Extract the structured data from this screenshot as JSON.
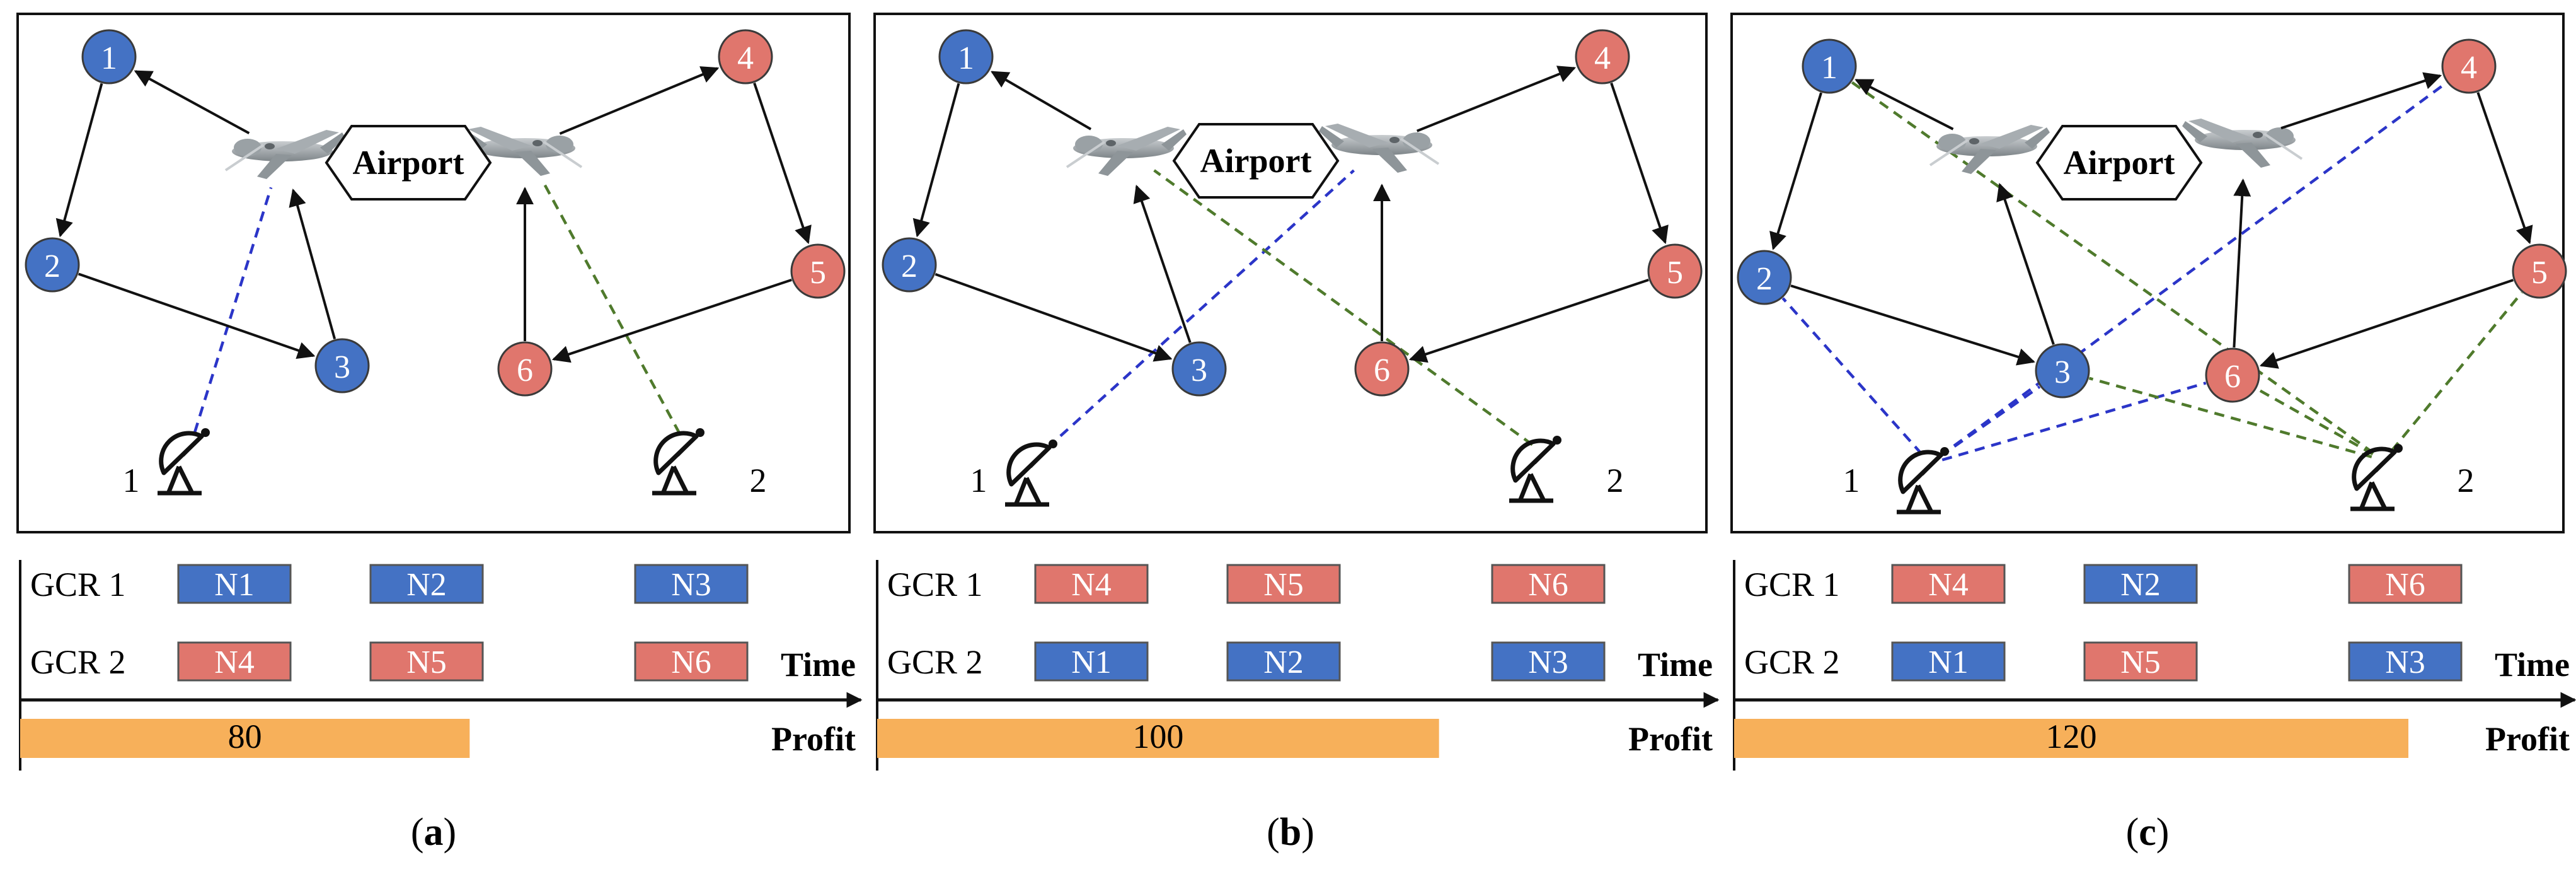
{
  "airport_label": "Airport",
  "colors": {
    "blue": "#4472c4",
    "red": "#e0766d",
    "green_dash": "#4f7a2c",
    "blue_dash": "#2b35c8",
    "bar": "#f7b05a"
  },
  "icons": [
    "uav-drone-icon",
    "satellite-dish-icon",
    "airport-hexagon"
  ],
  "panels": [
    {
      "caption": "a",
      "nodes": [
        {
          "label": "1",
          "color": "blue"
        },
        {
          "label": "2",
          "color": "blue"
        },
        {
          "label": "3",
          "color": "blue"
        },
        {
          "label": "4",
          "color": "red"
        },
        {
          "label": "5",
          "color": "red"
        },
        {
          "label": "6",
          "color": "red"
        }
      ],
      "stations": [
        {
          "label": "1"
        },
        {
          "label": "2"
        }
      ],
      "gcr_rows": [
        {
          "label": "GCR 1",
          "tasks": [
            {
              "label": "N1",
              "color": "blue"
            },
            {
              "label": "N2",
              "color": "blue"
            },
            {
              "label": "N3",
              "color": "blue"
            }
          ]
        },
        {
          "label": "GCR 2",
          "tasks": [
            {
              "label": "N4",
              "color": "red"
            },
            {
              "label": "N5",
              "color": "red"
            },
            {
              "label": "N6",
              "color": "red"
            }
          ]
        }
      ],
      "time_label": "Time",
      "profit_label": "Profit",
      "profit_value": "80",
      "profit_number": 80
    },
    {
      "caption": "b",
      "nodes": [
        {
          "label": "1",
          "color": "blue"
        },
        {
          "label": "2",
          "color": "blue"
        },
        {
          "label": "3",
          "color": "blue"
        },
        {
          "label": "4",
          "color": "red"
        },
        {
          "label": "5",
          "color": "red"
        },
        {
          "label": "6",
          "color": "red"
        }
      ],
      "stations": [
        {
          "label": "1"
        },
        {
          "label": "2"
        }
      ],
      "gcr_rows": [
        {
          "label": "GCR 1",
          "tasks": [
            {
              "label": "N4",
              "color": "red"
            },
            {
              "label": "N5",
              "color": "red"
            },
            {
              "label": "N6",
              "color": "red"
            }
          ]
        },
        {
          "label": "GCR 2",
          "tasks": [
            {
              "label": "N1",
              "color": "blue"
            },
            {
              "label": "N2",
              "color": "blue"
            },
            {
              "label": "N3",
              "color": "blue"
            }
          ]
        }
      ],
      "time_label": "Time",
      "profit_label": "Profit",
      "profit_value": "100",
      "profit_number": 100
    },
    {
      "caption": "c",
      "nodes": [
        {
          "label": "1",
          "color": "blue"
        },
        {
          "label": "2",
          "color": "blue"
        },
        {
          "label": "3",
          "color": "blue"
        },
        {
          "label": "4",
          "color": "red"
        },
        {
          "label": "5",
          "color": "red"
        },
        {
          "label": "6",
          "color": "red"
        }
      ],
      "stations": [
        {
          "label": "1"
        },
        {
          "label": "2"
        }
      ],
      "gcr_rows": [
        {
          "label": "GCR 1",
          "tasks": [
            {
              "label": "N4",
              "color": "red"
            },
            {
              "label": "N2",
              "color": "blue"
            },
            {
              "label": "N6",
              "color": "red"
            }
          ]
        },
        {
          "label": "GCR 2",
          "tasks": [
            {
              "label": "N1",
              "color": "blue"
            },
            {
              "label": "N5",
              "color": "red"
            },
            {
              "label": "N3",
              "color": "blue"
            }
          ]
        }
      ],
      "time_label": "Time",
      "profit_label": "Profit",
      "profit_value": "120",
      "profit_number": 120
    }
  ]
}
